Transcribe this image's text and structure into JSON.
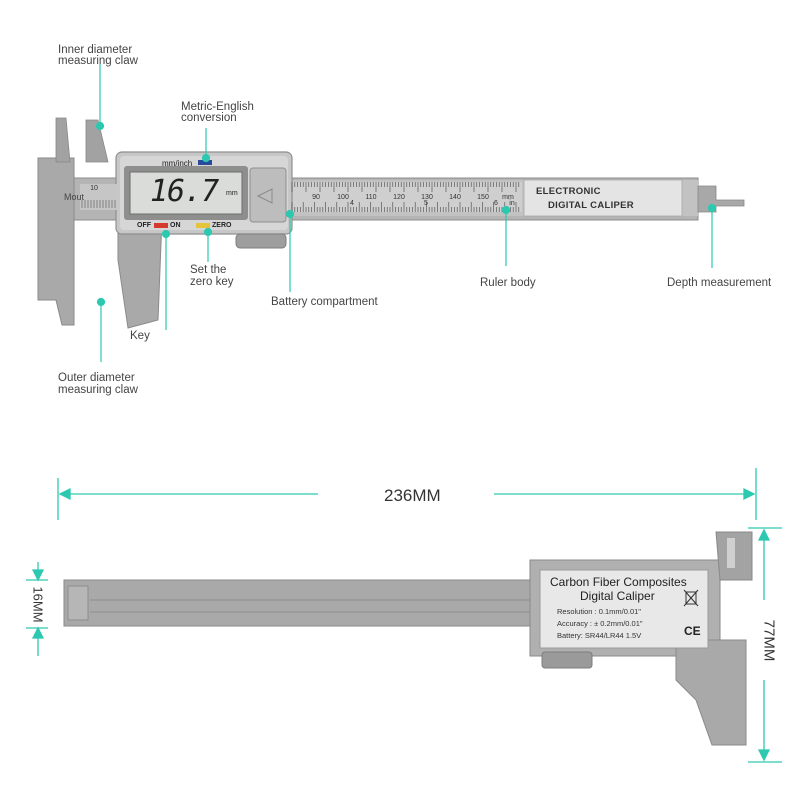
{
  "colors": {
    "accent": "#2cc9b0",
    "caliper_body": "#a9a9a9",
    "caliper_dark": "#8a8a8a",
    "display_bg": "#d9dcd9",
    "on_button": "#d33a2c",
    "zero_button": "#e3c43a",
    "conversion_button": "#2a4a9a"
  },
  "callouts": {
    "inner_claw": [
      "Inner diameter",
      "measuring claw"
    ],
    "metric_english": [
      "Metric-English",
      "conversion"
    ],
    "set_zero": [
      "Set the",
      "zero key"
    ],
    "battery": "Battery compartment",
    "ruler": "Ruler body",
    "depth": "Depth measurement",
    "key": "Key",
    "outer_claw": [
      "Outer diameter",
      "measuring claw"
    ]
  },
  "front": {
    "mm_inch_label": "mm/inch",
    "reading": "16.7",
    "reading_unit": "mm",
    "off_label": "OFF",
    "on_label": "ON",
    "zero_label": "ZERO",
    "mout_label": "Mout",
    "brand_line1": "ELECTRONIC",
    "brand_line2": "DIGITAL CALIPER",
    "upper_ticks": [
      "10",
      "90",
      "100",
      "110",
      "120",
      "130",
      "140",
      "150",
      "mm"
    ],
    "lower_ticks": [
      "4",
      "5",
      "6",
      "in"
    ]
  },
  "dimensions": {
    "length": "236MM",
    "thickness": "16MM",
    "height": "77MM"
  },
  "back_label": {
    "title_line1": "Carbon Fiber Composites",
    "title_line2": "Digital  Caliper",
    "resolution": "Resolution : 0.1mm/0.01\"",
    "accuracy": "Accuracy : ± 0.2mm/0.01\"",
    "battery": "Battery: SR44/LR44 1.5V",
    "ce_mark": "CE"
  }
}
